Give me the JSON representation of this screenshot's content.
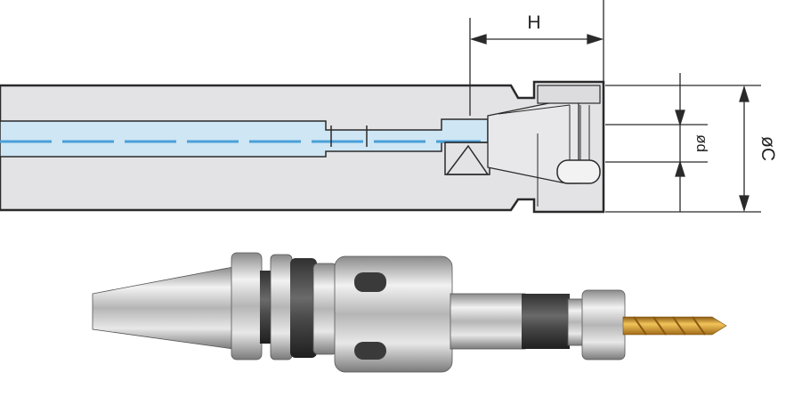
{
  "diagram": {
    "dimensions": {
      "length_label": "H",
      "inner_diameter_label": "ød",
      "outer_diameter_label": "øC"
    },
    "colors": {
      "outline": "#2a2a2a",
      "body_fill": "#e3e3e6",
      "bore_fill": "#cfe6f4",
      "bore_center": "#4aa0d8",
      "drill_gold": "#d9a033"
    }
  }
}
